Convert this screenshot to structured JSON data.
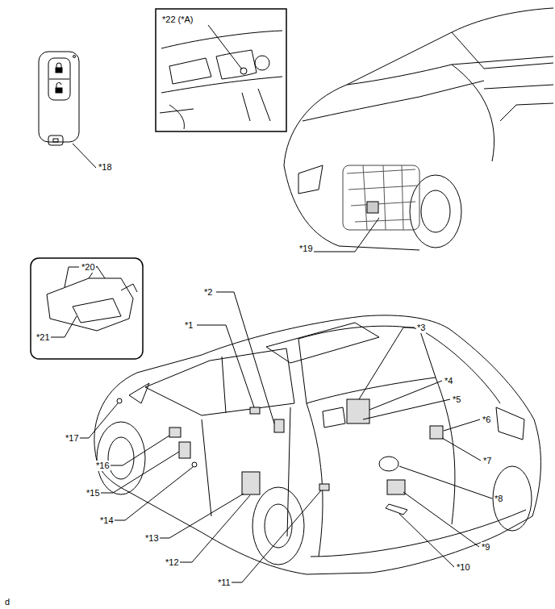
{
  "diagram": {
    "labels": [
      "*22 (*A)",
      "*18",
      "*19",
      "*20",
      "*2",
      "*1",
      "*3",
      "*21",
      "*4",
      "*5",
      "*6",
      "*17",
      "*16",
      "*7",
      "*15",
      "*8",
      "*14",
      "*9",
      "*13",
      "*10",
      "*12",
      "*11",
      "d"
    ]
  }
}
